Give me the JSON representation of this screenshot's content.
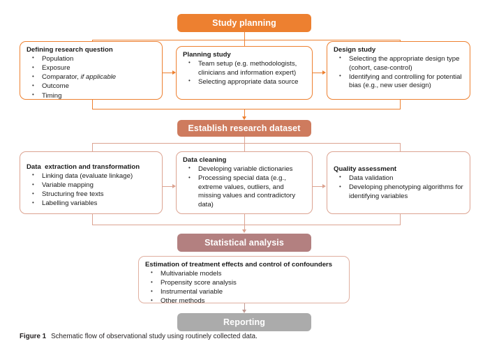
{
  "figure": {
    "caption_label": "Figure 1",
    "caption_text": "Schematic flow of observational study using routinely collected data."
  },
  "colors": {
    "stage_study_planning": "#ED8030",
    "stage_establish_dataset": "#CE7B5E",
    "stage_statistical_analysis": "#B38080",
    "stage_reporting": "#ABABAB",
    "connector_orange": "#ED8030",
    "connector_terra": "#DCA391",
    "connector_mauve": "#C09A93",
    "text_dark": "#1a1a1a"
  },
  "stages": {
    "study_planning": {
      "label": "Study planning"
    },
    "establish_dataset": {
      "label": "Establish research dataset"
    },
    "statistical_analysis": {
      "label": "Statistical analysis"
    },
    "reporting": {
      "label": "Reporting"
    }
  },
  "row1": {
    "defining_research_question": {
      "title": "Defining research question",
      "bullets": [
        {
          "text": "Population"
        },
        {
          "text": "Exposure"
        },
        {
          "text": "Comparator, ",
          "italic": "if applicable"
        },
        {
          "text": "Outcome"
        },
        {
          "text": "Timing"
        }
      ]
    },
    "planning_study": {
      "title": "Planning study",
      "bullets": [
        {
          "text": "Team setup (e.g.  methodologists, clinicians and information expert)"
        },
        {
          "text": "Selecting appropriate data source"
        }
      ]
    },
    "design_study": {
      "title": "Design study",
      "bullets": [
        {
          "text": "Selecting the appropriate design type (cohort, case-control)"
        },
        {
          "text": "Identifying and controlling for potential bias (e.g., new user design)"
        }
      ]
    }
  },
  "row2": {
    "data_extraction": {
      "title": "Data  extraction and transformation",
      "bullets": [
        {
          "text": "Linking data (evaluate linkage)"
        },
        {
          "text": "Variable mapping"
        },
        {
          "text": "Structuring free texts"
        },
        {
          "text": "Labelling variables"
        }
      ]
    },
    "data_cleaning": {
      "title": "Data cleaning",
      "bullets": [
        {
          "text": "Developing variable dictionaries"
        },
        {
          "text": "Processing special data (e.g., extreme values, outliers, and missing values and contradictory data)"
        }
      ]
    },
    "quality_assessment": {
      "title": "Quality assessment",
      "bullets": [
        {
          "text": "Data validation"
        },
        {
          "text": "Developing phenotyping algorithms for identifying variables"
        }
      ]
    }
  },
  "row3": {
    "estimation": {
      "title": "Estimation of treatment effects and control of confounders",
      "bullets": [
        {
          "text": "Multivariable models"
        },
        {
          "text": "Propensity score analysis"
        },
        {
          "text": "Instrumental variable"
        },
        {
          "text": "Other methods"
        }
      ]
    }
  }
}
